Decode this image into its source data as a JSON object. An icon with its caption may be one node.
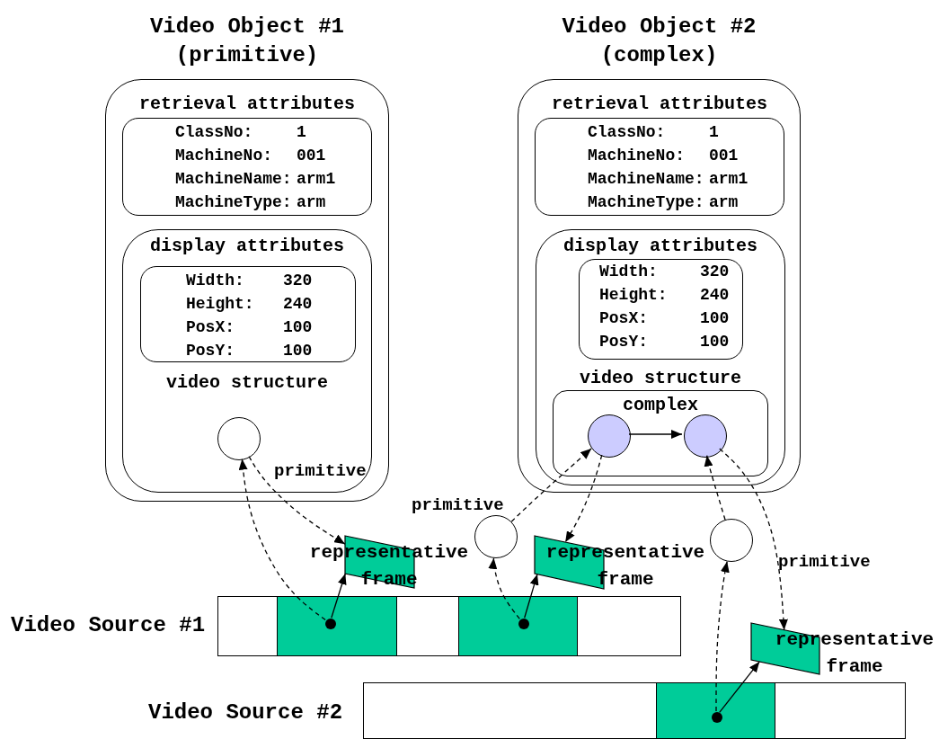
{
  "diagram": {
    "nodes": [
      {
        "text": [
          "Video Object #1 (primitive)"
        ]
      },
      {
        "text": [
          "retrieval attributes",
          "ClassNo:",
          "1",
          "MachineNo:",
          "001",
          "MachineName:",
          "arm1",
          "MachineType:",
          "arm"
        ],
        "in": 0
      },
      {
        "text": [
          "display attributes",
          "video structure"
        ],
        "in": 0
      },
      {
        "text": [
          "Width:",
          "320",
          "Height:",
          "240",
          "PosX:",
          "100",
          "PosY:",
          "100"
        ],
        "in": 2
      },
      {
        "text": [],
        "shape": "circle",
        "in": 2,
        "beside": [
          "primitive"
        ]
      },
      {
        "text": [
          "Video Object #2 (complex)"
        ]
      },
      {
        "text": [
          "retrieval attributes",
          "ClassNo:",
          "1",
          "MachineNo:",
          "001",
          "MachineName:",
          "arm1",
          "MachineType:",
          "arm"
        ],
        "in": 5
      },
      {
        "text": [
          "display attributes",
          "video structure"
        ],
        "in": 5
      },
      {
        "text": [
          "Width:",
          "320",
          "Height:",
          "240",
          "PosX:",
          "100",
          "PosY:",
          "100"
        ],
        "in": 7
      },
      {
        "text": [
          "complex"
        ],
        "in": 7
      },
      {
        "text": [],
        "shape": "circle",
        "in": 9
      },
      {
        "text": [],
        "shape": "circle",
        "in": 9
      },
      {
        "text": [],
        "shape": "circle",
        "beside": [
          "primitive"
        ]
      },
      {
        "text": [
          "representative frame"
        ]
      },
      {
        "text": [
          "representative frame"
        ]
      },
      {
        "text": [],
        "shape": "circle",
        "beside": [
          "primitive"
        ]
      },
      {
        "text": [
          "representative frame"
        ]
      },
      {
        "text": [
          "Video Source #1"
        ]
      },
      {
        "text": [],
        "shape": "bar",
        "in": 17
      },
      {
        "text": [],
        "shape": "dot",
        "in": 18
      },
      {
        "text": [],
        "shape": "bar",
        "in": 17
      },
      {
        "text": [],
        "shape": "dot",
        "in": 20
      },
      {
        "text": [
          "Video Source #2"
        ]
      },
      {
        "text": [],
        "shape": "bar",
        "in": 22
      },
      {
        "text": [],
        "shape": "dot",
        "in": 23
      }
    ],
    "edges": [
      {
        "from": 19,
        "to": 4,
        "arrow": "to",
        "style": "dashed"
      },
      {
        "from": 4,
        "to": 13,
        "arrow": "to",
        "style": "dashed"
      },
      {
        "from": 19,
        "to": 13,
        "arrow": "to"
      },
      {
        "from": 21,
        "to": 12,
        "arrow": "to",
        "style": "dashed"
      },
      {
        "from": 12,
        "to": 10,
        "arrow": "to",
        "style": "dashed"
      },
      {
        "from": 10,
        "to": 14,
        "arrow": "to",
        "style": "dashed"
      },
      {
        "from": 21,
        "to": 14,
        "arrow": "to"
      },
      {
        "from": 10,
        "to": 11,
        "arrow": "to"
      },
      {
        "from": 24,
        "to": 15,
        "arrow": "to",
        "style": "dashed"
      },
      {
        "from": 15,
        "to": 11,
        "arrow": "to",
        "style": "dashed"
      },
      {
        "from": 11,
        "to": 16,
        "arrow": "to",
        "style": "dashed"
      },
      {
        "from": 24,
        "to": 16,
        "arrow": "to"
      }
    ]
  }
}
